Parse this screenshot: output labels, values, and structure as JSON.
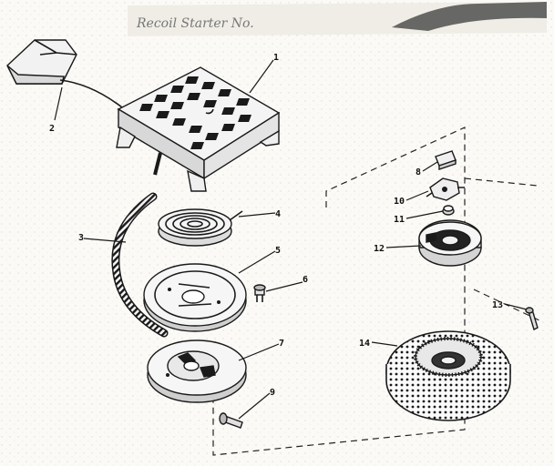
{
  "header": {
    "text": "Recoil Starter No."
  },
  "callouts": {
    "c1": "1",
    "c2": "2",
    "c3": "3",
    "c4": "4",
    "c5": "5",
    "c6": "6",
    "c7": "7",
    "c8": "8",
    "c9": "9",
    "c10": "10",
    "c11": "11",
    "c12": "12",
    "c13": "13",
    "c14": "14"
  },
  "colors": {
    "ink": "#1a1a1a",
    "paper": "#fbfaf6"
  }
}
